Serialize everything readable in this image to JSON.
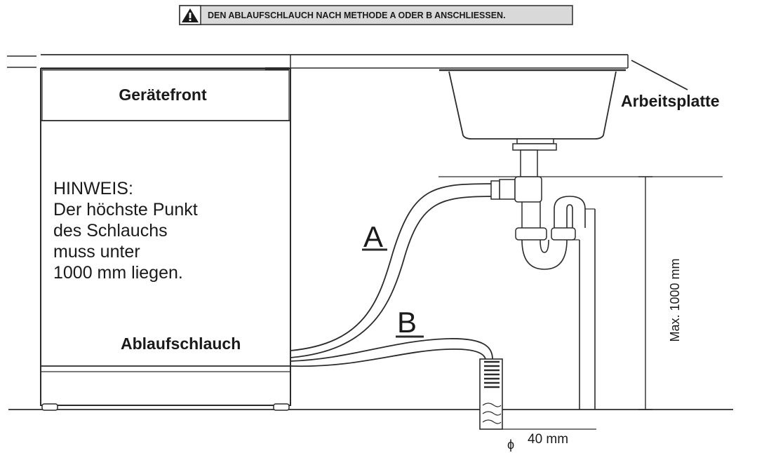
{
  "warning": {
    "icon": "warning-triangle-icon",
    "text": "DEN ABLAUFSCHLAUCH NACH METHODE A ODER B ANSCHLIESSEN."
  },
  "labels": {
    "front": "Gerätefront",
    "worktop": "Arbeitsplatte",
    "hose": "Ablaufschlauch",
    "method_a": "A",
    "method_b": "B",
    "max_height": "Max. 1000 mm",
    "diameter_symbol": "ϕ",
    "diameter": "40 mm"
  },
  "note": {
    "lines": [
      "HINWEIS:",
      "Der höchste Punkt",
      "des Schlauchs",
      "muss unter",
      "1000 mm liegen."
    ]
  },
  "colors": {
    "line": "#2b2b2b",
    "warning_bg": "#d9d9d9"
  }
}
